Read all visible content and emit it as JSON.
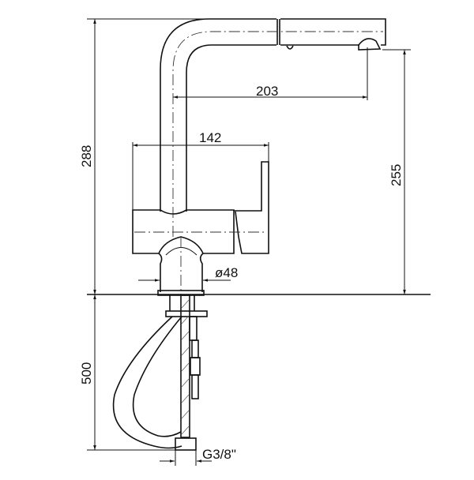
{
  "drawing": {
    "dimensions": {
      "spout_reach": "203",
      "body_depth": "142",
      "spout_height": "255",
      "total_height": "288",
      "hose_length": "500",
      "base_diameter": "ø48",
      "connection_thread": "G3/8\""
    }
  }
}
